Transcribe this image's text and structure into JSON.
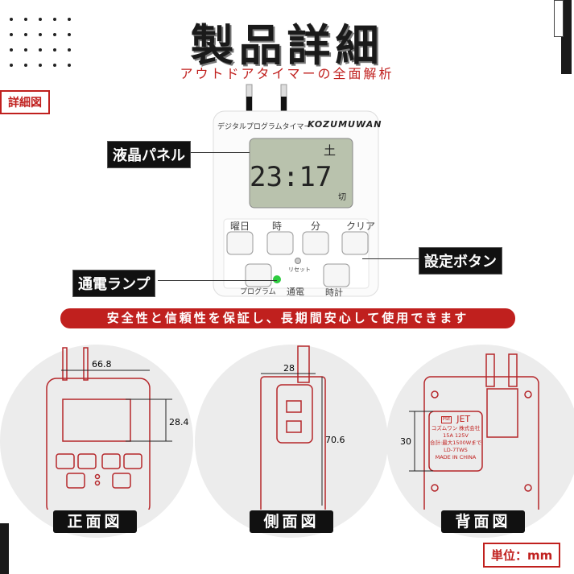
{
  "header": {
    "title": "製品詳細",
    "subtitle": "アウトドアタイマーの全面解析",
    "section_tag": "詳細図"
  },
  "device": {
    "brand_jp": "デジタルプログラムタイマー",
    "brand": "KOZUMUWAN",
    "day": "土",
    "time": "23:17",
    "mode": "切",
    "buttons": [
      "曜日",
      "時",
      "分",
      "クリア"
    ],
    "reset": "リセット",
    "program": "プログラム",
    "power": "通電",
    "clock": "時計"
  },
  "callouts": {
    "lcd": "液晶パネル",
    "lamp": "通電ランプ",
    "settings": "設定ボタン"
  },
  "banner": "安全性と信頼性を保証し、長期間安心して使用できます",
  "views": {
    "front": {
      "label": "正面図",
      "width": "66.8",
      "lcd_height": "28.4"
    },
    "side": {
      "label": "側面図",
      "depth": "28",
      "height": "70.6"
    },
    "back": {
      "label": "背面図",
      "plate_height": "30",
      "plate": {
        "mark": "PSE",
        "jet": "JET",
        "lines": [
          "コズムワン 株式会社",
          "15A 125V",
          "合計:最大1500Wまで",
          "LD-7TWS",
          "MADE IN CHINA"
        ]
      }
    }
  },
  "unit": "単位：mm",
  "colors": {
    "accent": "#c0201e",
    "lamp": "#2ecc40",
    "lcd": "#b9c2ad"
  }
}
